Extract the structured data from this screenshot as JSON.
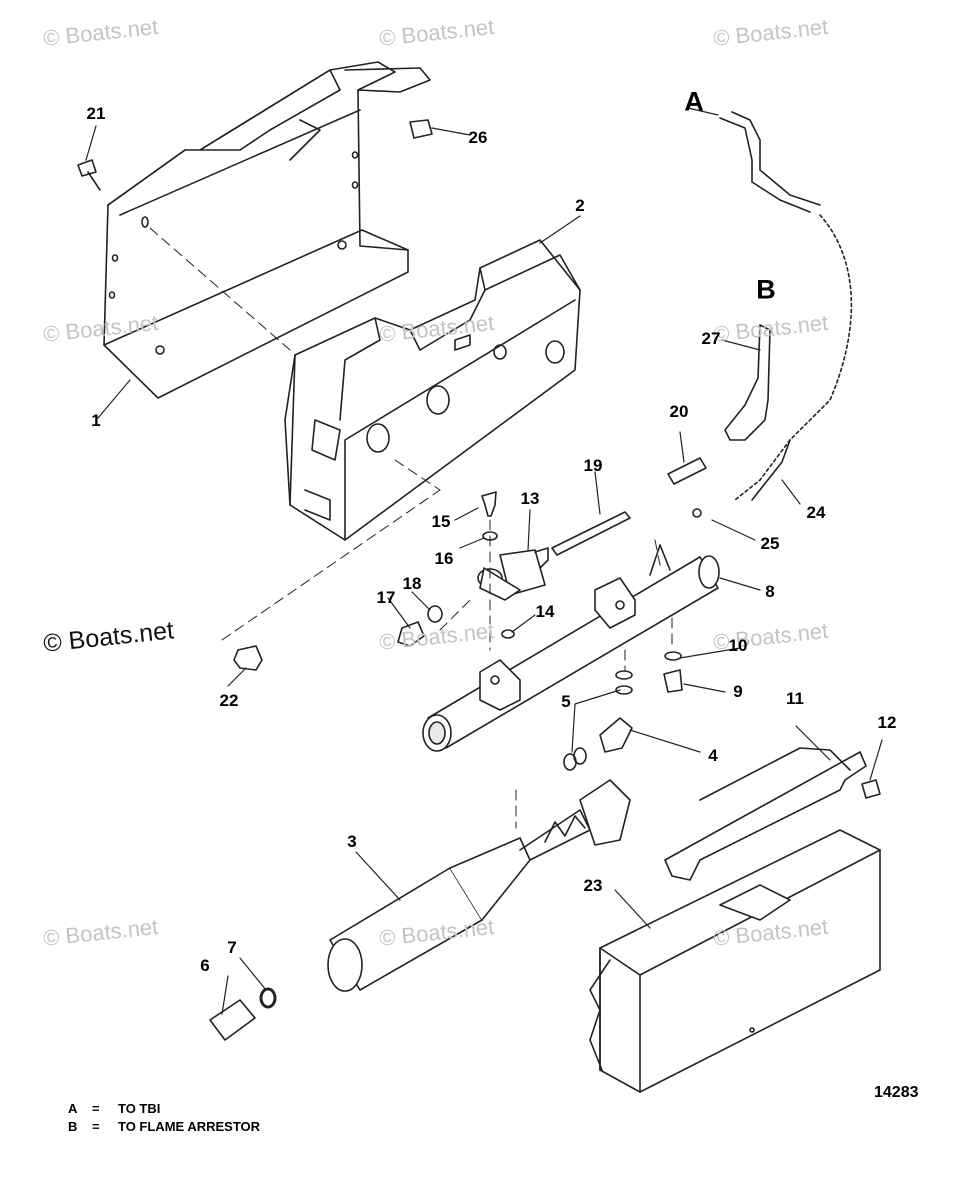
{
  "watermarks": [
    "© Boats.net",
    "© Boats.net",
    "© Boats.net",
    "© Boats.net",
    "© Boats.net",
    "© Boats.net",
    "© Boats.net",
    "© Boats.net",
    "© Boats.net",
    "© Boats.net",
    "© Boats.net",
    "© Boats.net"
  ],
  "callouts": [
    "1",
    "2",
    "3",
    "4",
    "5",
    "6",
    "7",
    "8",
    "9",
    "10",
    "11",
    "12",
    "13",
    "14",
    "15",
    "16",
    "17",
    "18",
    "19",
    "20",
    "21",
    "22",
    "23",
    "24",
    "25",
    "26",
    "27"
  ],
  "connection_letters": [
    "A",
    "B"
  ],
  "legend": [
    {
      "key": "A",
      "eq": "=",
      "text": "TO TBI"
    },
    {
      "key": "B",
      "eq": "=",
      "text": "TO FLAME ARRESTOR"
    }
  ],
  "figure_number": "14283"
}
